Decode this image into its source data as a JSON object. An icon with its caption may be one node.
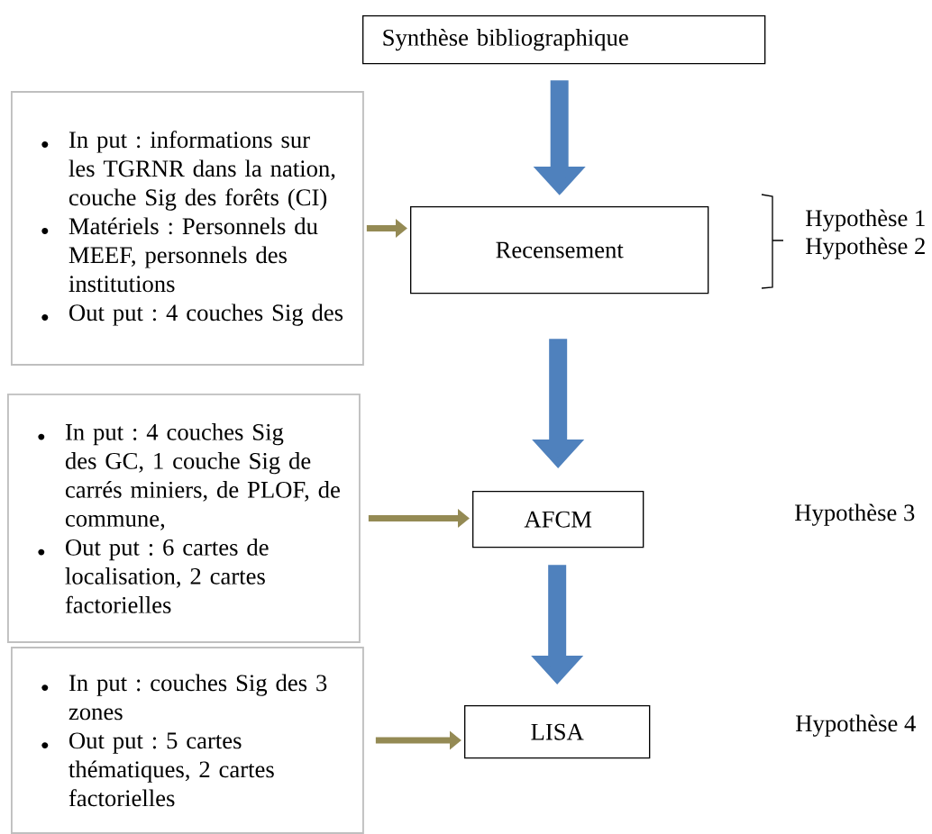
{
  "diagram": {
    "nodes": [
      {
        "text": [
          "Synthèse bibliographique"
        ]
      },
      {
        "text": [
          "In put : informations sur les TGRNR dans la nation, couche Sig des forêts (CI)",
          "Matériels : Personnels du MEEF, personnels des institutions",
          "Out put : 4 couches Sig des"
        ]
      },
      {
        "text": [
          "Recensement"
        ],
        "beside": [
          "Hypothèse 1",
          "Hypothèse 2"
        ]
      },
      {
        "text": [
          "In put : 4 couches Sig des GC, 1 couche Sig de carrés miniers, de PLOF, de commune,",
          "Out put : 6 cartes de localisation, 2 cartes factorielles"
        ]
      },
      {
        "text": [
          "AFCM"
        ]
      },
      {
        "text": [
          "In put : couches Sig des 3 zones",
          "Out put : 5 cartes thématiques, 2 cartes factorielles"
        ]
      },
      {
        "text": [
          "LISA"
        ]
      }
    ],
    "labels": [
      "Hypothèse 3",
      "Hypothèse 4"
    ],
    "edges": [
      {
        "from": 0,
        "to": 2,
        "arrow": "to",
        "style": "thick"
      },
      {
        "from": 1,
        "to": 2,
        "arrow": "to",
        "color": "#948a54"
      },
      {
        "from": 2,
        "to": 4,
        "arrow": "to",
        "style": "thick"
      },
      {
        "from": 3,
        "to": 4,
        "arrow": "to",
        "color": "#948a54"
      },
      {
        "from": 4,
        "to": 6,
        "arrow": "to",
        "style": "thick"
      },
      {
        "from": 5,
        "to": 6,
        "arrow": "to",
        "color": "#948a54"
      }
    ]
  }
}
